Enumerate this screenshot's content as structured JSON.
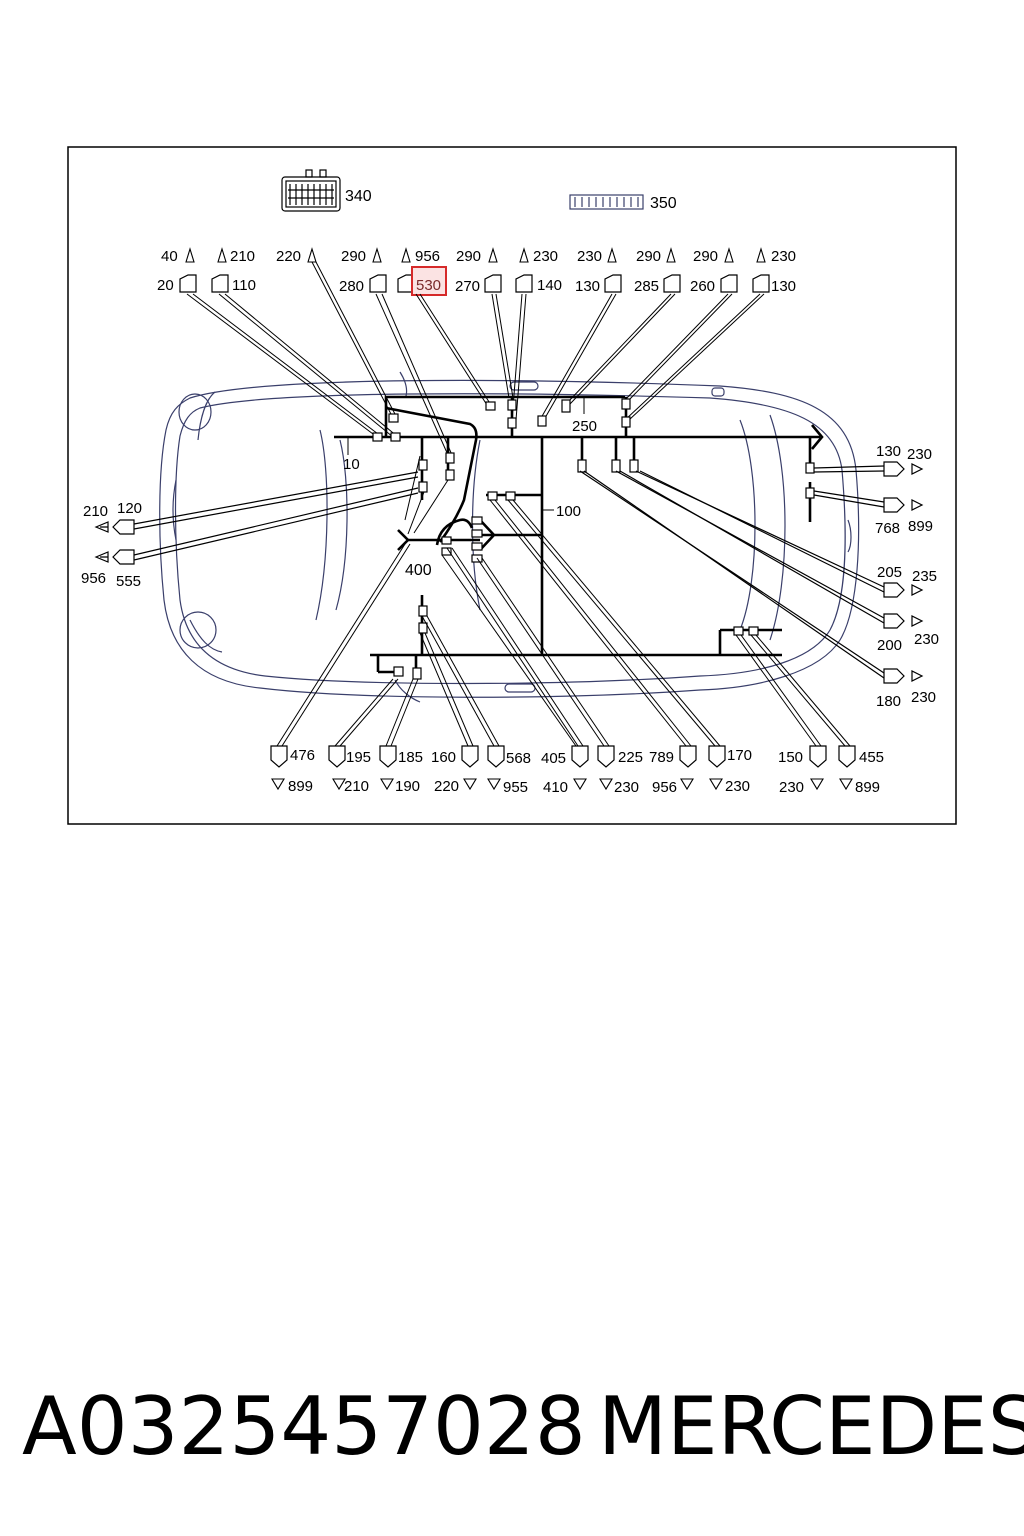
{
  "footer": {
    "part_number": "A0325457028",
    "brand": "MERCEDES"
  },
  "highlight": {
    "label": "530",
    "color": "#d62a2a"
  },
  "colors": {
    "line": "#000000",
    "car_outline": "#3a3f6b",
    "highlight": "#d62a2a"
  },
  "labels": {
    "c340": "340",
    "c350": "350",
    "t40": "40",
    "t210": "210",
    "t220": "220",
    "t290a": "290",
    "t956": "956",
    "t290b": "290",
    "t230a": "230",
    "t230b": "230",
    "t290c": "290",
    "t290d": "290",
    "t230c": "230",
    "b20": "20",
    "b110": "110",
    "b280": "280",
    "b270": "270",
    "b140": "140",
    "b130a": "130",
    "b285": "285",
    "b260": "260",
    "b130b": "130",
    "h10": "10",
    "h250": "250",
    "h100": "100",
    "h400": "400",
    "l210": "210",
    "l120": "120",
    "l956": "956",
    "l555": "555",
    "r130": "130",
    "r230a": "230",
    "r768": "768",
    "r899": "899",
    "r205": "205",
    "r235": "235",
    "r200": "200",
    "r230b": "230",
    "r180": "180",
    "r230c": "230",
    "u476": "476",
    "u195": "195",
    "u185": "185",
    "u160": "160",
    "u568": "568",
    "u405": "405",
    "u225": "225",
    "u789": "789",
    "u170": "170",
    "u150": "150",
    "u455": "455",
    "d899a": "899",
    "d210": "210",
    "d190": "190",
    "d220": "220",
    "d955": "955",
    "d410": "410",
    "d230a": "230",
    "d956": "956",
    "d230b": "230",
    "d230c": "230",
    "d899b": "899"
  }
}
